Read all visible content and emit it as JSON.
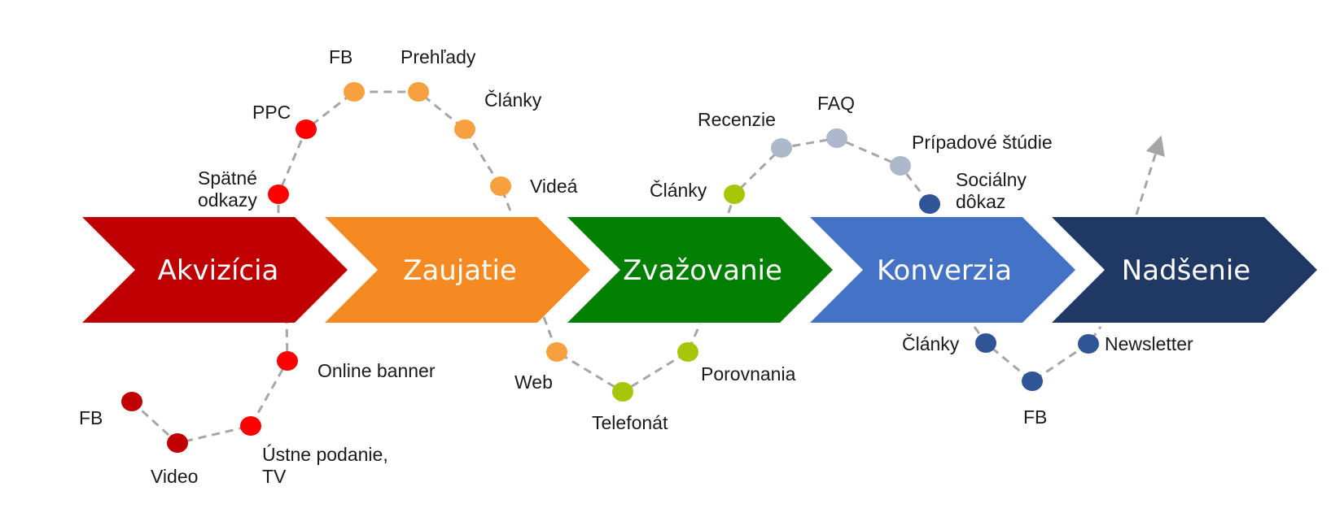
{
  "stages": [
    {
      "label": "Akvizícia",
      "color": "#c00000"
    },
    {
      "label": "Zaujatie",
      "color": "#f58a22"
    },
    {
      "label": "Zvažovanie",
      "color": "#007f00"
    },
    {
      "label": "Konverzia",
      "color": "#4472c4"
    },
    {
      "label": "Nadšenie",
      "color": "#1f3864"
    }
  ],
  "touchpoints": [
    {
      "label": "FB",
      "color": "#c00000"
    },
    {
      "label": "Video",
      "color": "#c00000"
    },
    {
      "label": "Ústne podanie,",
      "label2": "TV",
      "color": "#ff0000"
    },
    {
      "label": "Online banner",
      "color": "#ff0000"
    },
    {
      "label": "Spätné",
      "label2": "odkazy",
      "color": "#ff0000"
    },
    {
      "label": "PPC",
      "color": "#ff0000"
    },
    {
      "label": "FB",
      "color": "#f7a040"
    },
    {
      "label": "Prehľady",
      "color": "#f7a040"
    },
    {
      "label": "Články",
      "color": "#f7a040"
    },
    {
      "label": "Videá",
      "color": "#f7a040"
    },
    {
      "label": "Web",
      "color": "#f7a040"
    },
    {
      "label": "Telefonát",
      "color": "#a6c60a"
    },
    {
      "label": "Porovnania",
      "color": "#a6c60a"
    },
    {
      "label": "Články",
      "color": "#a6c60a"
    },
    {
      "label": "Recenzie",
      "color": "#adb9ca"
    },
    {
      "label": "FAQ",
      "color": "#adb9ca"
    },
    {
      "label": "Prípadové štúdie",
      "color": "#adb9ca"
    },
    {
      "label": "Sociálny",
      "label2": "dôkaz",
      "color": "#2f5597"
    },
    {
      "label": "Články",
      "color": "#2f5597"
    },
    {
      "label": "FB",
      "color": "#2f5597"
    },
    {
      "label": "Newsletter",
      "color": "#2f5597"
    }
  ],
  "path_color": "#a6a6a6",
  "arrow_color": "#a6a6a6"
}
